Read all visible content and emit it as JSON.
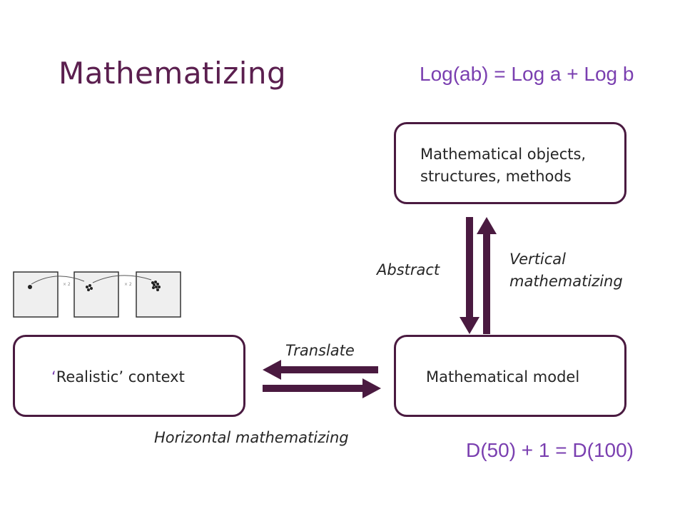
{
  "title": "Mathematizing",
  "formulas": {
    "top": "Log(ab) = Log a + Log b",
    "bottom": "D(50) + 1 = D(100)"
  },
  "boxes": {
    "objects": {
      "line1": "Mathematical objects,",
      "line2": "structures, methods"
    },
    "model": {
      "label": "Mathematical model"
    },
    "context": {
      "open_quote": "‘",
      "label": "Realistic’ context"
    }
  },
  "labels": {
    "abstract": "Abstract",
    "vertical_line1": "Vertical",
    "vertical_line2": "mathematizing",
    "translate": "Translate",
    "horizontal": "Horizontal mathematizing"
  },
  "pictures": {
    "step1_caption": "× 2",
    "step2_caption": "× 2"
  },
  "colors": {
    "title": "#5b1f4f",
    "formula": "#7a3fb0",
    "arrow": "#4a1a40",
    "box_border": "#4a1a40"
  }
}
